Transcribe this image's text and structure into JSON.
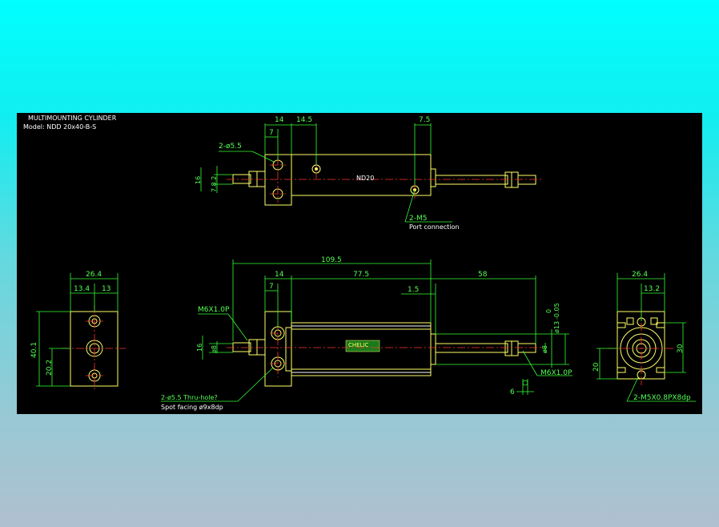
{
  "title_block": {
    "title": "MULTIMOUNTING CYLINDER",
    "model": "Model: NDD 20x40-B-S"
  },
  "top_view": {
    "dim_14": "14",
    "dim_14_5": "14.5",
    "dim_7_5": "7.5",
    "dim_7": "7",
    "hole_label": "2-ø5.5",
    "dim_16": "16",
    "dim_7_8_2": "7.8.2",
    "port_label": "2-M5",
    "port_note": "Port connection"
  },
  "front_view": {
    "dim_109_5": "109.5",
    "dim_14": "14",
    "dim_77_5": "77.5",
    "dim_58": "58",
    "dim_7": "7",
    "dim_1_5": "1.5",
    "thread_left": "M6X1.0P",
    "dim_16": "16",
    "dim_dia8_left": "ø8",
    "tol_upper": "0",
    "tol_lower": "-0.05",
    "dim_dia13": "ø13",
    "dim_dia8_right": "ø8",
    "thread_right": "M6X1.0P",
    "dim_6": "6",
    "hole_label": "2-ø5.5 Thru-hole?",
    "spot_note": "Spot facing   ø9x8dp",
    "nameplate": "CHELIC"
  },
  "left_view": {
    "dim_26_4": "26.4",
    "dim_13_4": "13.4",
    "dim_13": "13",
    "dim_40_1": "40.1",
    "dim_20_2": "20.2"
  },
  "right_view": {
    "dim_26_4": "26.4",
    "dim_13_2": "13.2",
    "dim_30": "30",
    "dim_20": "20",
    "thread_label": "2-M5X0.8PX8dp"
  },
  "colors": {
    "background_top": "#00ffff",
    "canvas": "#000000",
    "outline": "#ffff66",
    "dimension": "#33ff33",
    "centerline": "#ff3333",
    "text": "#ffffff"
  }
}
